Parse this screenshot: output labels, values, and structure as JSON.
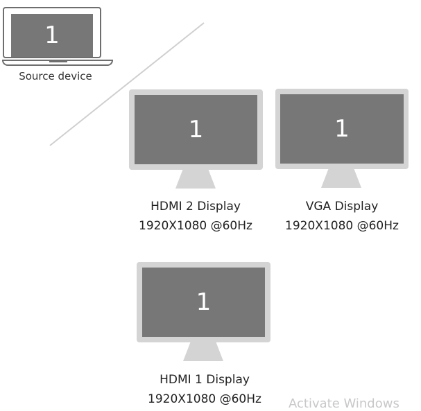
{
  "source_device": {
    "screen_number": "1",
    "label": "Source device"
  },
  "displays": [
    {
      "id": "hdmi2",
      "screen_number": "1",
      "name": "HDMI 2 Display",
      "resolution": "1920X1080 @60Hz"
    },
    {
      "id": "vga",
      "screen_number": "1",
      "name": "VGA Display",
      "resolution": "1920X1080 @60Hz"
    },
    {
      "id": "hdmi1",
      "screen_number": "1",
      "name": "HDMI 1 Display",
      "resolution": "1920X1080 @60Hz"
    }
  ],
  "watermark": "Activate Windows",
  "colors": {
    "screen": "#777777",
    "bezel": "#d4d4d4",
    "outline": "#6e6e6e"
  }
}
